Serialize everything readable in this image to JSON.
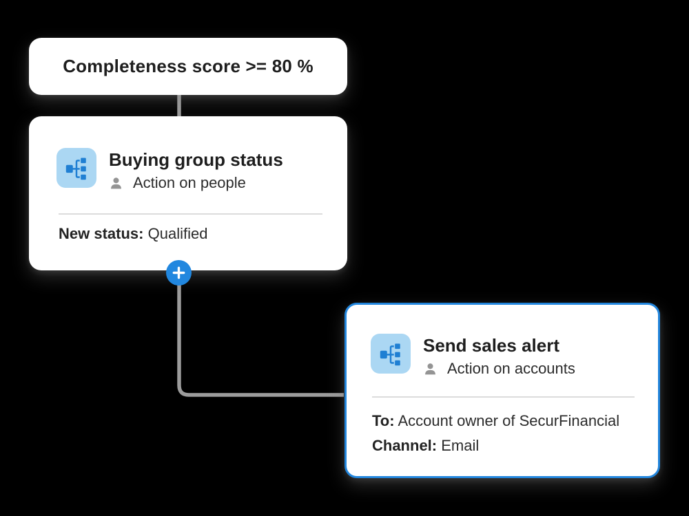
{
  "canvas": {
    "type": "journey-workflow-canvas",
    "background_color": "#000000"
  },
  "condition_card": {
    "title": "Completeness score >= 80 %"
  },
  "buying_group_card": {
    "title": "Buying group status",
    "subtitle": "Action on people",
    "icon": "org-chart-icon",
    "subtitle_icon": "person-icon",
    "detail_label": "New status:",
    "detail_value": "Qualified"
  },
  "add_button": {
    "icon": "plus-icon"
  },
  "sales_alert_card": {
    "title": "Send sales alert",
    "subtitle": "Action on accounts",
    "icon": "org-chart-icon",
    "subtitle_icon": "person-icon",
    "to_label": "To:",
    "to_value": "Account owner of SecurFinancial",
    "channel_label": "Channel:",
    "channel_value": "Email",
    "selected": true
  },
  "colors": {
    "accent_blue": "#2187DF",
    "selected_border_blue": "#2286DD",
    "icon_tile_bg": "#ABD7F3",
    "icon_glyph_blue": "#1F7FD3",
    "connector_gray": "#9C9C9C",
    "title_text": "#1E1E1E",
    "body_text": "#2B2B2B",
    "divider_gray": "#DCDCDC",
    "card_bg": "#FFFFFF",
    "canvas_bg": "#000000"
  }
}
